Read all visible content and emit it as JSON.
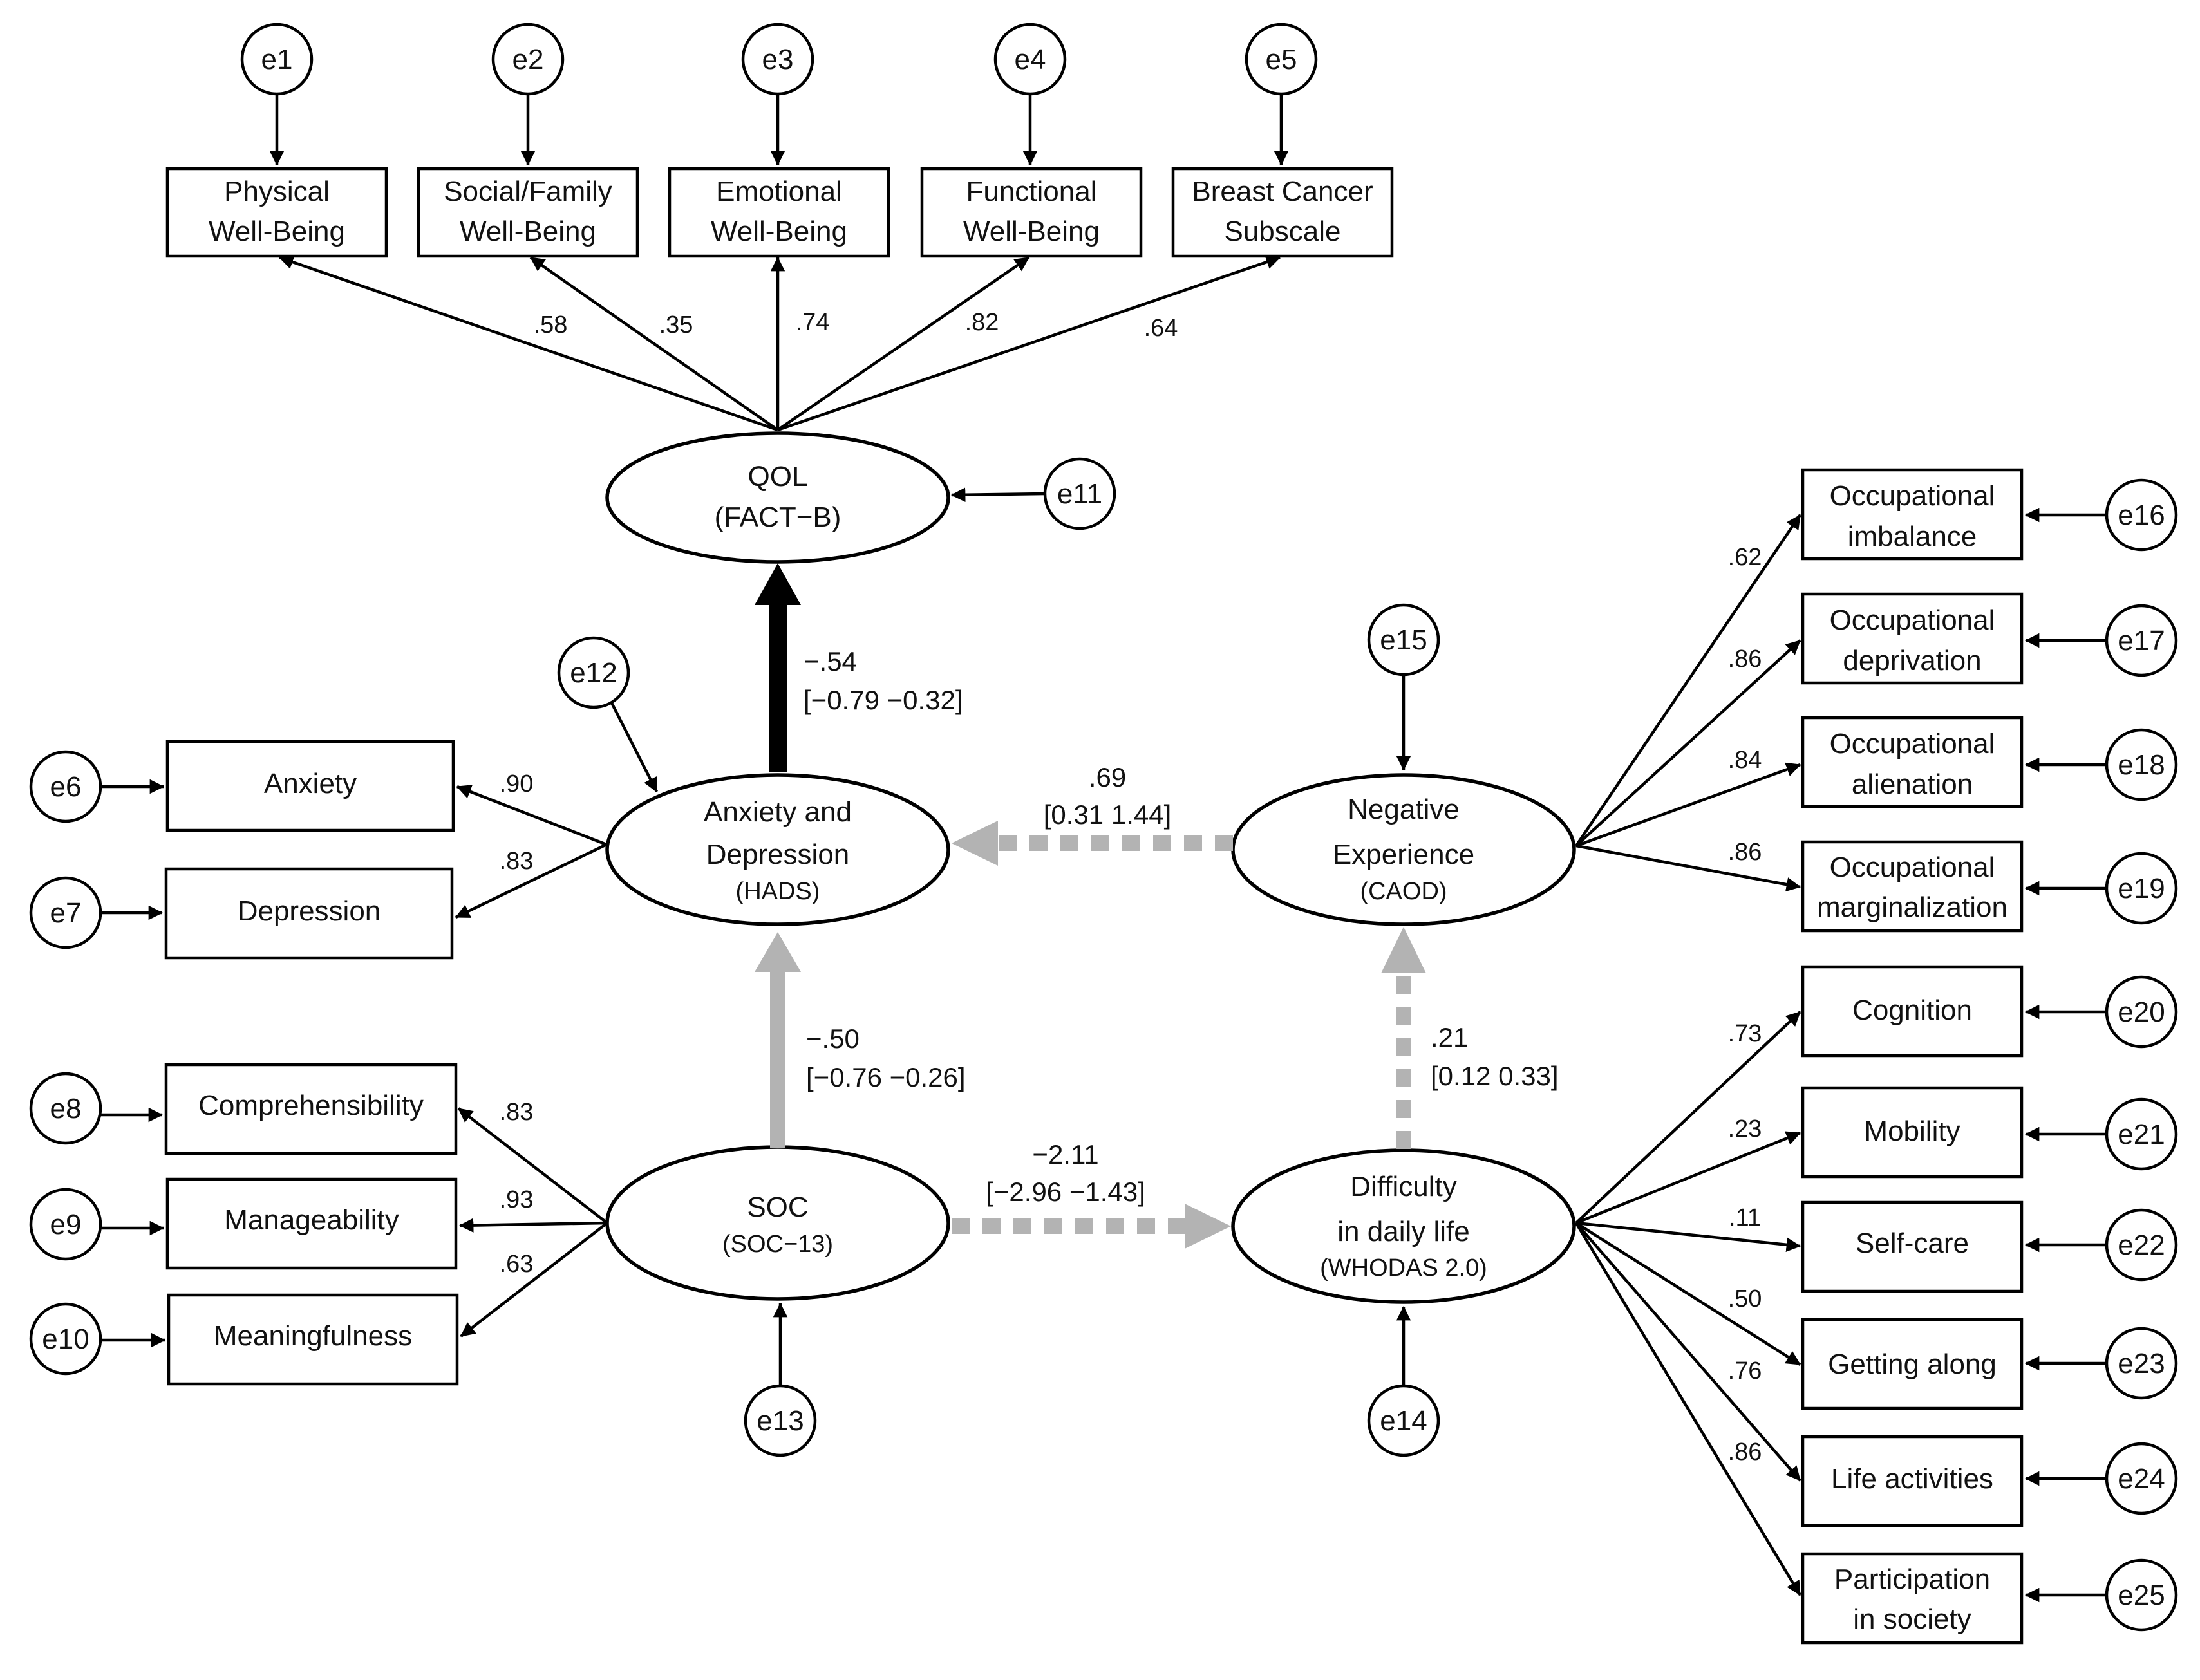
{
  "colors": {
    "line": "#000000",
    "nonsignificant_path": "#b3b3b3",
    "background": "#ffffff"
  },
  "latent": {
    "qol": {
      "line1": "QOL",
      "line2": "(FACT−B)"
    },
    "hads": {
      "line1": "Anxiety and",
      "line2": "Depression",
      "line3": "(HADS)"
    },
    "caod": {
      "line1": "Negative",
      "line2": "Experience",
      "line3": "(CAOD)"
    },
    "soc": {
      "line1": "SOC",
      "line2": "(SOC−13)"
    },
    "whodas": {
      "line1": "Difficulty",
      "line2": "in daily life",
      "line3": "(WHODAS 2.0)"
    }
  },
  "qol_indicators": [
    {
      "line1": "Physical",
      "line2": "Well-Being",
      "error": "e1",
      "loading": ".58"
    },
    {
      "line1": "Social/Family",
      "line2": "Well-Being",
      "error": "e2",
      "loading": ".35"
    },
    {
      "line1": "Emotional",
      "line2": "Well-Being",
      "error": "e3",
      "loading": ".74"
    },
    {
      "line1": "Functional",
      "line2": "Well-Being",
      "error": "e4",
      "loading": ".82"
    },
    {
      "line1": "Breast Cancer",
      "line2": "Subscale",
      "error": "e5",
      "loading": ".64"
    }
  ],
  "hads_indicators": [
    {
      "label": "Anxiety",
      "error": "e6",
      "loading": ".90"
    },
    {
      "label": "Depression",
      "error": "e7",
      "loading": ".83"
    }
  ],
  "soc_indicators": [
    {
      "label": "Comprehensibility",
      "error": "e8",
      "loading": ".83"
    },
    {
      "label": "Manageability",
      "error": "e9",
      "loading": ".93"
    },
    {
      "label": "Meaningfulness",
      "error": "e10",
      "loading": ".63"
    }
  ],
  "caod_indicators": [
    {
      "line1": "Occupational",
      "line2": "imbalance",
      "error": "e16",
      "loading": ".62"
    },
    {
      "line1": "Occupational",
      "line2": "deprivation",
      "error": "e17",
      "loading": ".86"
    },
    {
      "line1": "Occupational",
      "line2": "alienation",
      "error": "e18",
      "loading": ".84"
    },
    {
      "line1": "Occupational",
      "line2": "marginalization",
      "error": "e19",
      "loading": ".86"
    }
  ],
  "whodas_indicators": [
    {
      "line1": "Cognition",
      "line2": "",
      "error": "e20",
      "loading": ".73"
    },
    {
      "line1": "Mobility",
      "line2": "",
      "error": "e21",
      "loading": ".23"
    },
    {
      "line1": "Self-care",
      "line2": "",
      "error": "e22",
      "loading": ".11"
    },
    {
      "line1": "Getting along",
      "line2": "",
      "error": "e23",
      "loading": ".50"
    },
    {
      "line1": "Life activities",
      "line2": "",
      "error": "e24",
      "loading": ".76"
    },
    {
      "line1": "Participation",
      "line2": "in society",
      "error": "e25",
      "loading": ".86"
    }
  ],
  "latent_errors": {
    "qol": "e11",
    "hads": "e12",
    "soc": "e13",
    "whodas": "e14",
    "caod": "e15"
  },
  "paths": {
    "hads_to_qol": {
      "coef": "−.54",
      "ci": "[−0.79  −0.32]"
    },
    "caod_to_hads": {
      "coef": ".69",
      "ci": "[0.31  1.44]"
    },
    "soc_to_hads": {
      "coef": "−.50",
      "ci": "[−0.76  −0.26]"
    },
    "soc_to_whodas": {
      "coef": "−2.11",
      "ci": "[−2.96  −1.43]"
    },
    "whodas_to_caod": {
      "coef": ".21",
      "ci": "[0.12  0.33]"
    }
  }
}
